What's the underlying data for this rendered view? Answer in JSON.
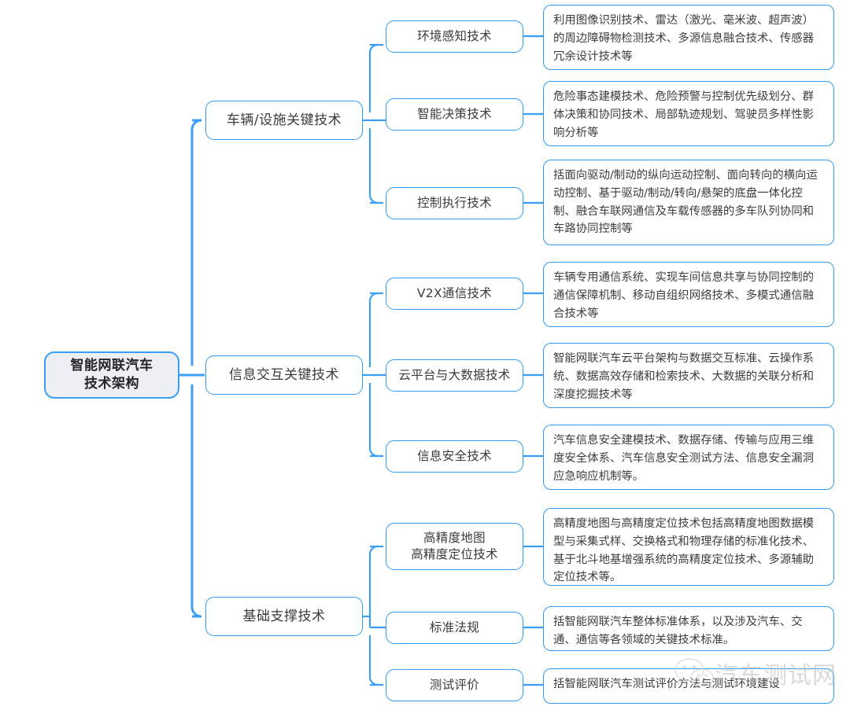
{
  "diagram": {
    "title": "智能网联汽车技术架构",
    "colors": {
      "edge": "#3ba0f5",
      "node_border": "#2f9cf4",
      "root_fill": "#eceff3",
      "node_fill": "#ffffff",
      "text": "#3b3b3b",
      "watermark": "#b9bcc0"
    },
    "root": {
      "label": "智能网联汽车\n技术架构"
    },
    "branches": [
      {
        "label": "车辆/设施关键技术",
        "children": [
          {
            "label": "环境感知技术",
            "detail": "利用图像识别技术、雷达（激光、毫米波、超声波）的周边障碍物检测技术、多源信息融合技术、传感器冗余设计技术等"
          },
          {
            "label": "智能决策技术",
            "detail": "危险事态建模技术、危险预警与控制优先级划分、群体决策和协同技术、局部轨迹规划、驾驶员多样性影响分析等"
          },
          {
            "label": "控制执行技术",
            "detail": "括面向驱动/制动的纵向运动控制、面向转向的横向运动控制、基于驱动/制动/转向/悬架的底盘一体化控制、融合车联网通信及车载传感器的多车队列协同和车路协同控制等"
          }
        ]
      },
      {
        "label": "信息交互关键技术",
        "children": [
          {
            "label": "V2X通信技术",
            "detail": "车辆专用通信系统、实现车间信息共享与协同控制的通信保障机制、移动自组织网络技术、多模式通信融合技术等"
          },
          {
            "label": "云平台与大数据技术",
            "detail": "智能网联汽车云平台架构与数据交互标准、云操作系统、数据高效存储和检索技术、大数据的关联分析和深度挖掘技术等"
          },
          {
            "label": "信息安全技术",
            "detail": "汽车信息安全建模技术、数据存储、传输与应用三维度安全体系、汽车信息安全测试方法、信息安全漏洞应急响应机制等。"
          }
        ]
      },
      {
        "label": "基础支撑技术",
        "children": [
          {
            "label": "高精度地图\n高精度定位技术",
            "detail": "高精度地图与高精度定位技术包括高精度地图数据模型与采集式样、交换格式和物理存储的标准化技术、基于北斗地基增强系统的高精度定位技术、多源辅助定位技术等。"
          },
          {
            "label": "标准法规",
            "detail": "括智能网联汽车整体标准体系，以及涉及汽车、交通、通信等各领域的关键技术标准。"
          },
          {
            "label": "测试评价",
            "detail": "括智能网联汽车测试评价方法与测试环境建设"
          }
        ]
      }
    ],
    "watermark": {
      "text": "汽车测试网",
      "logo": "wechat-icon"
    }
  }
}
